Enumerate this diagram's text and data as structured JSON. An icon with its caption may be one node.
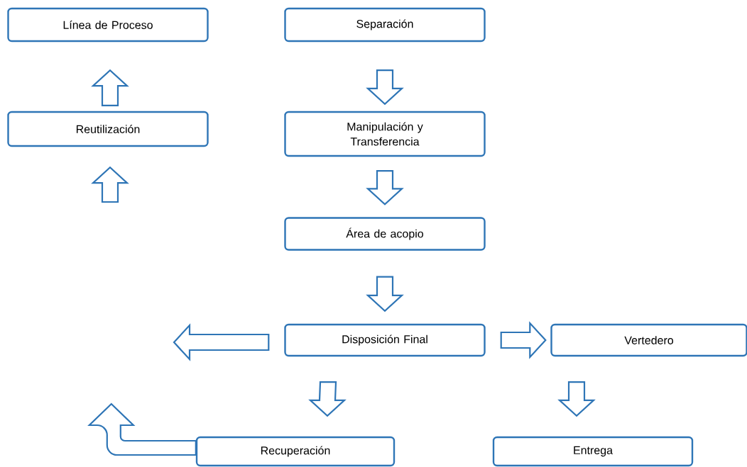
{
  "diagram": {
    "nodes": [
      {
        "text": [
          "Línea de Proceso"
        ]
      },
      {
        "text": [
          "Separación"
        ]
      },
      {
        "text": [
          "Reutilización"
        ]
      },
      {
        "text": [
          "Manipulación y Transferencia"
        ]
      },
      {
        "text": [
          "Área de acopio"
        ]
      },
      {
        "text": [
          "Disposición Final"
        ]
      },
      {
        "text": [
          "Vertedero"
        ]
      },
      {
        "text": [
          "Recuperación"
        ]
      },
      {
        "text": [
          "Entrega"
        ]
      }
    ],
    "edges": [
      {
        "from": 1,
        "to": 3,
        "arrow": "to"
      },
      {
        "from": 3,
        "to": 4,
        "arrow": "to"
      },
      {
        "from": 4,
        "to": 5,
        "arrow": "to"
      },
      {
        "from": 5,
        "to": 6,
        "arrow": "to"
      },
      {
        "from": 5,
        "to": null,
        "arrow": "to"
      },
      {
        "from": 5,
        "to": 7,
        "arrow": "to"
      },
      {
        "from": 6,
        "to": 8,
        "arrow": "to"
      },
      {
        "from": 2,
        "to": 0,
        "arrow": "to"
      },
      {
        "from": null,
        "to": 2,
        "arrow": "to"
      },
      {
        "from": 7,
        "to": null,
        "arrow": "to"
      }
    ]
  }
}
